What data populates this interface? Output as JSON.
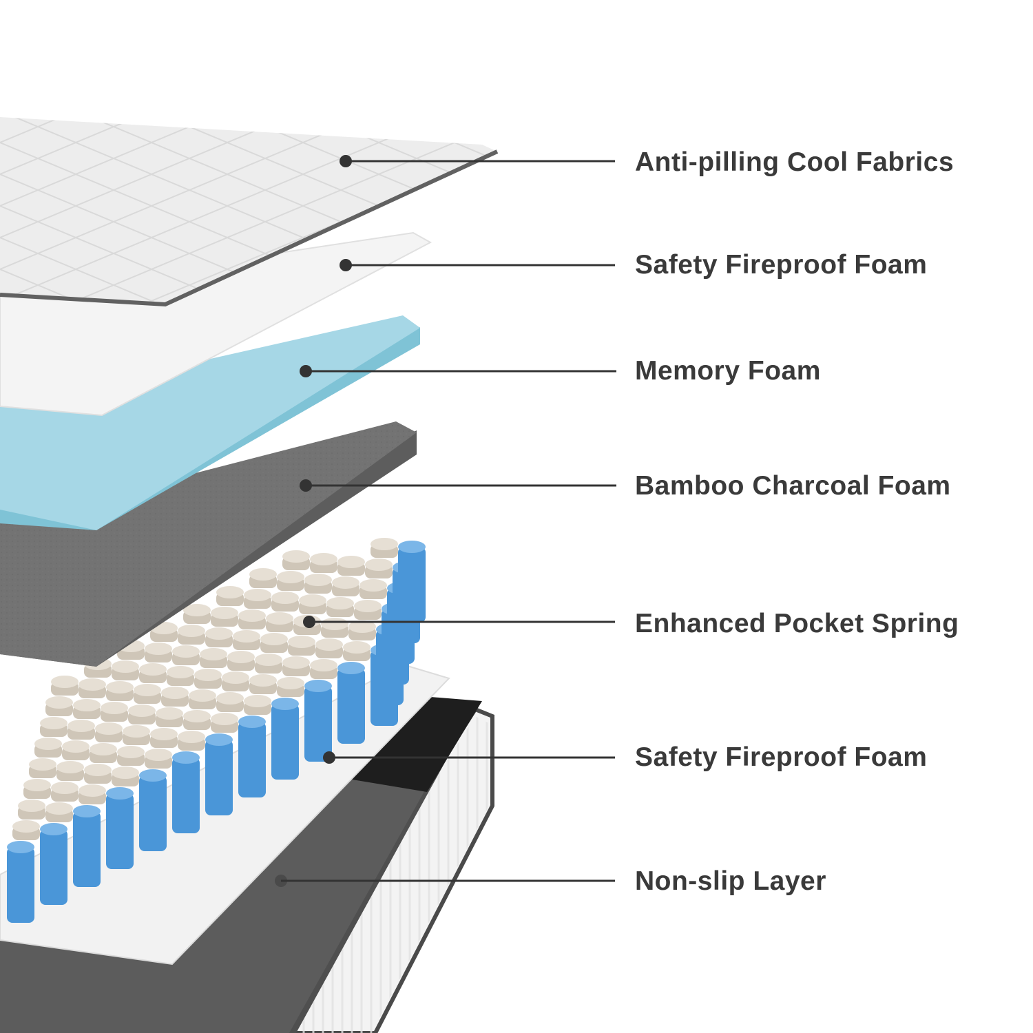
{
  "layers": [
    {
      "id": "fabric",
      "label": "Anti-pilling Cool Fabrics",
      "color": "#ececec"
    },
    {
      "id": "fireproof-top",
      "label": "Safety Fireproof Foam",
      "color": "#f4f4f4"
    },
    {
      "id": "memory",
      "label": "Memory Foam",
      "color": "#9fd2e2"
    },
    {
      "id": "charcoal",
      "label": "Bamboo Charcoal Foam",
      "color": "#6f6f6f"
    },
    {
      "id": "spring",
      "label": "Enhanced Pocket Spring",
      "color": "#4a96d8"
    },
    {
      "id": "fireproof-bottom",
      "label": "Safety Fireproof Foam",
      "color": "#f1f1f1"
    },
    {
      "id": "nonslip",
      "label": "Non-slip Layer",
      "color": "#555555"
    }
  ],
  "colors": {
    "label_text": "#3a3a3a",
    "leader_line": "#333333",
    "spring_beige": "#e6dfd4",
    "spring_blue": "#4a96d8"
  }
}
